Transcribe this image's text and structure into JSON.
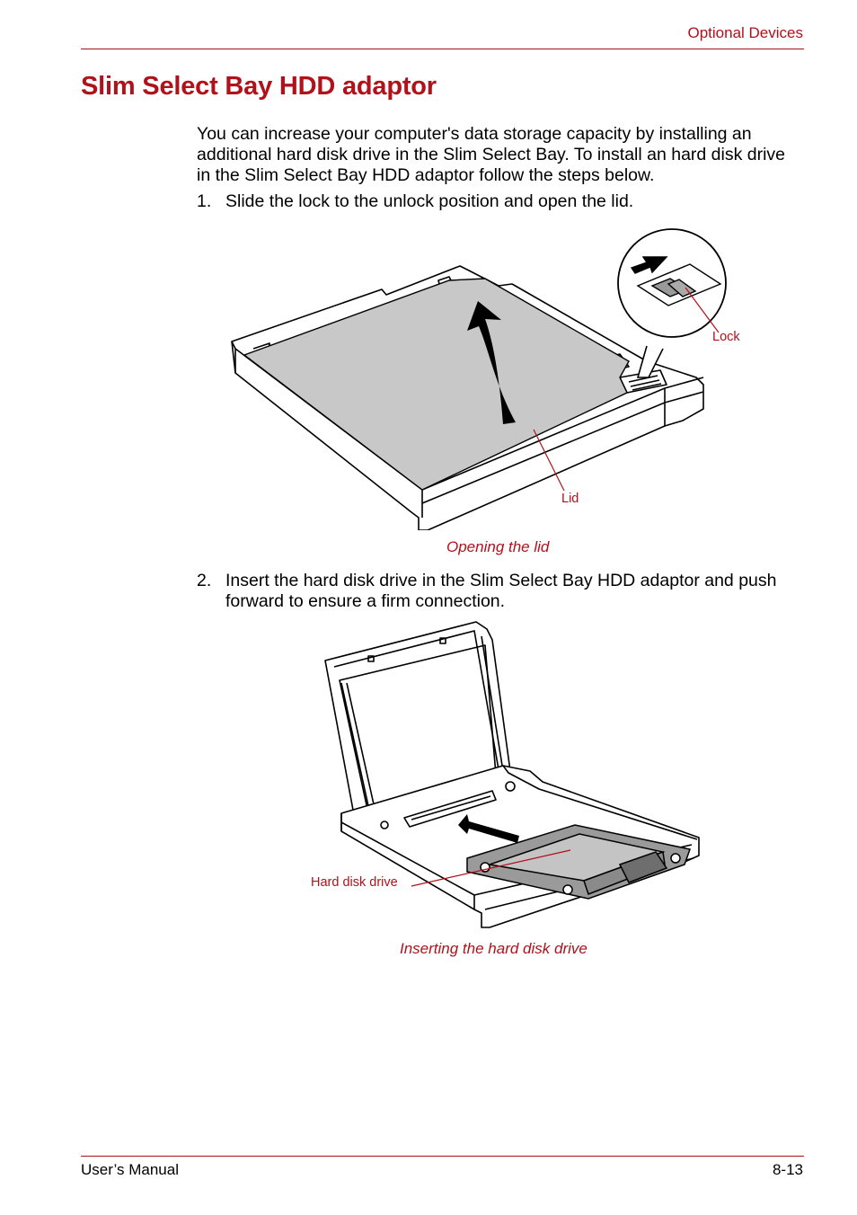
{
  "header": {
    "section": "Optional Devices"
  },
  "page_title": "Slim Select Bay HDD adaptor",
  "intro": "You can increase your computer's data storage capacity by installing an additional hard disk drive in the Slim Select Bay. To install an hard disk drive in the Slim Select Bay HDD adaptor follow the steps below.",
  "steps": [
    {
      "number": "1.",
      "text": "Slide the lock to the unlock position and open the lid."
    },
    {
      "number": "2.",
      "text": "Insert the hard disk drive in the Slim Select Bay HDD adaptor and push forward to ensure a firm connection."
    }
  ],
  "figure1": {
    "caption": "Opening the lid",
    "label_lock": "Lock",
    "label_lid": "Lid"
  },
  "figure2": {
    "caption": "Inserting the hard disk drive",
    "label_hdd": "Hard disk drive"
  },
  "footer": {
    "left": "User’s Manual",
    "right": "8-13"
  },
  "colors": {
    "accent": "#b0111b",
    "lid_fill": "#c8c8c8"
  }
}
